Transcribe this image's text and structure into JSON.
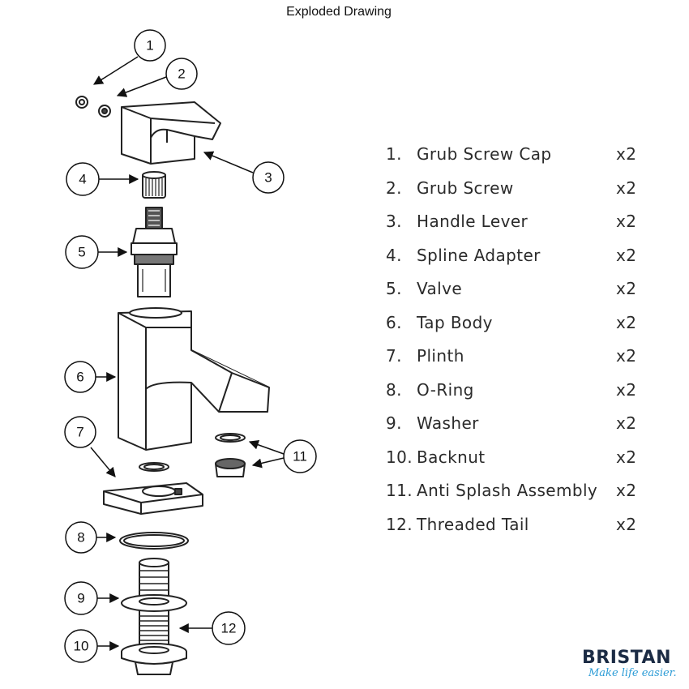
{
  "title": "Exploded Drawing",
  "callouts": [
    "1",
    "2",
    "3",
    "4",
    "5",
    "6",
    "7",
    "8",
    "9",
    "10",
    "11",
    "12"
  ],
  "parts": [
    {
      "num": "1.",
      "name": "Grub Screw Cap",
      "qty": "x2"
    },
    {
      "num": "2.",
      "name": "Grub Screw",
      "qty": "x2"
    },
    {
      "num": "3.",
      "name": "Handle Lever",
      "qty": "x2"
    },
    {
      "num": "4.",
      "name": "Spline Adapter",
      "qty": "x2"
    },
    {
      "num": "5.",
      "name": "Valve",
      "qty": "x2"
    },
    {
      "num": "6.",
      "name": "Tap Body",
      "qty": "x2"
    },
    {
      "num": "7.",
      "name": "Plinth",
      "qty": "x2"
    },
    {
      "num": "8.",
      "name": "O-Ring",
      "qty": "x2"
    },
    {
      "num": "9.",
      "name": "Washer",
      "qty": "x2"
    },
    {
      "num": "10.",
      "name": "Backnut",
      "qty": "x2"
    },
    {
      "num": "11.",
      "name": "Anti Splash Assembly",
      "qty": "x2"
    },
    {
      "num": "12.",
      "name": "Threaded Tail",
      "qty": "x2"
    }
  ],
  "brand": {
    "name": "BRISTAN",
    "tagline": "Make life easier.",
    "name_color": "#1b2b44",
    "tagline_color": "#2a9bd6"
  }
}
